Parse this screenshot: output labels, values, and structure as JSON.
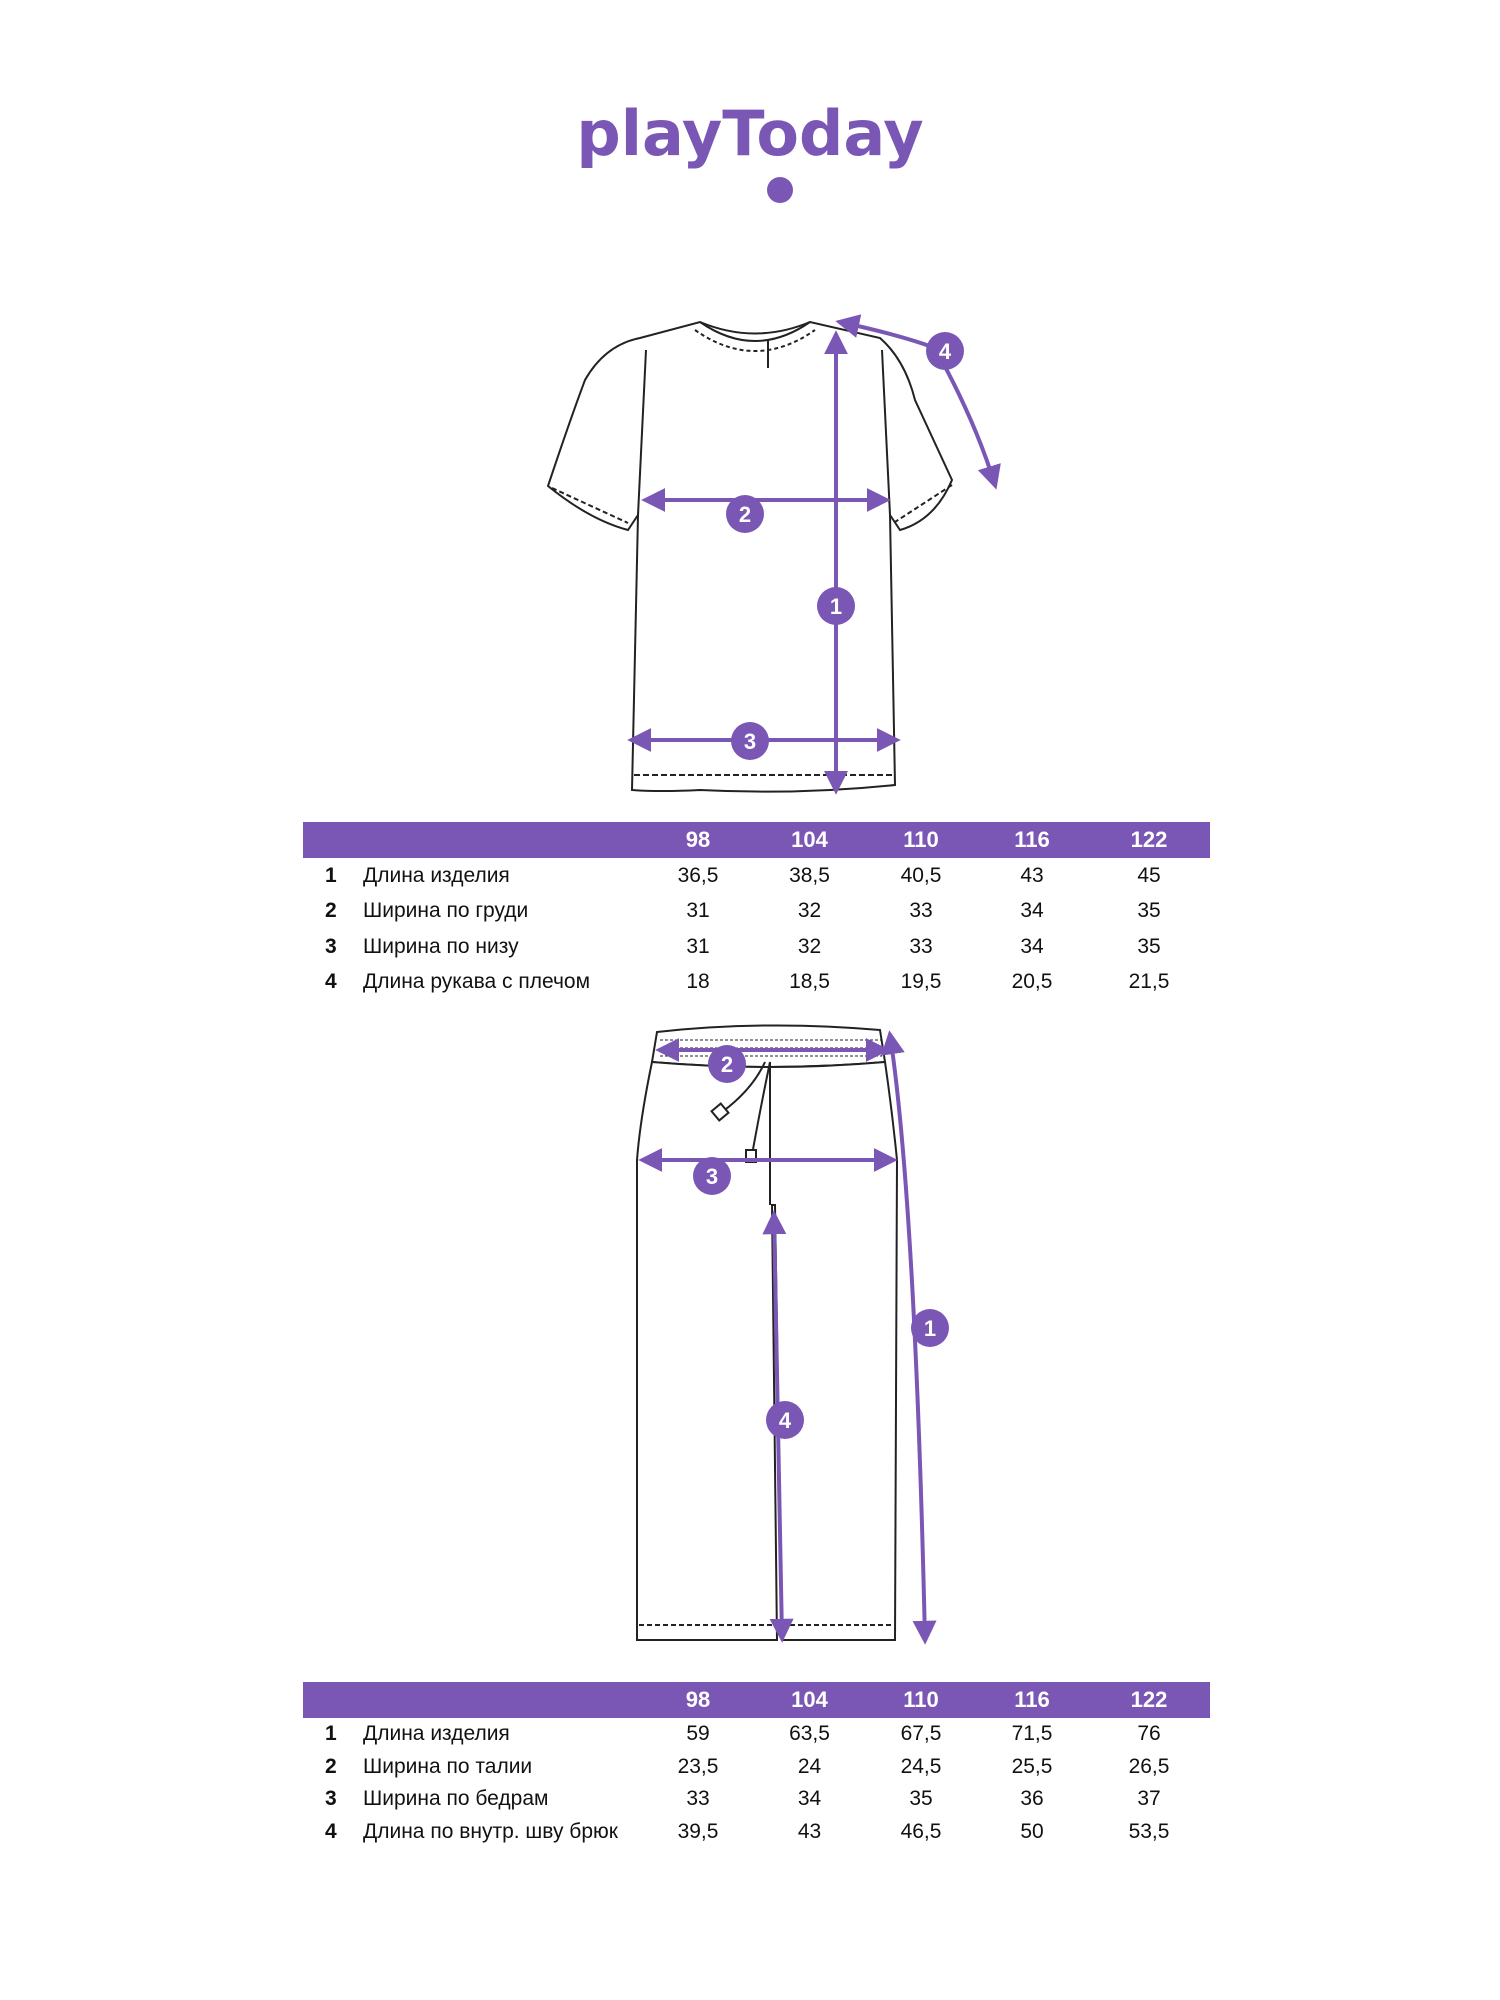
{
  "brand": {
    "logo_text": "playToday",
    "color": "#7b57b5"
  },
  "tshirt": {
    "callouts": [
      "1",
      "2",
      "3",
      "4"
    ],
    "table": {
      "sizes": [
        "98",
        "104",
        "110",
        "116",
        "122"
      ],
      "rows": [
        {
          "num": "1",
          "label": "Длина изделия",
          "values": [
            "36,5",
            "38,5",
            "40,5",
            "43",
            "45"
          ]
        },
        {
          "num": "2",
          "label": "Ширина по груди",
          "values": [
            "31",
            "32",
            "33",
            "34",
            "35"
          ]
        },
        {
          "num": "3",
          "label": "Ширина по низу",
          "values": [
            "31",
            "32",
            "33",
            "34",
            "35"
          ]
        },
        {
          "num": "4",
          "label": "Длина рукава с плечом",
          "values": [
            "18",
            "18,5",
            "19,5",
            "20,5",
            "21,5"
          ]
        }
      ]
    }
  },
  "pants": {
    "callouts": [
      "1",
      "2",
      "3",
      "4"
    ],
    "table": {
      "sizes": [
        "98",
        "104",
        "110",
        "116",
        "122"
      ],
      "rows": [
        {
          "num": "1",
          "label": "Длина изделия",
          "values": [
            "59",
            "63,5",
            "67,5",
            "71,5",
            "76"
          ]
        },
        {
          "num": "2",
          "label": "Ширина по талии",
          "values": [
            "23,5",
            "24",
            "24,5",
            "25,5",
            "26,5"
          ]
        },
        {
          "num": "3",
          "label": "Ширина по бедрам",
          "values": [
            "33",
            "34",
            "35",
            "36",
            "37"
          ]
        },
        {
          "num": "4",
          "label": "Длина по внутр. шву брюк",
          "values": [
            "39,5",
            "43",
            "46,5",
            "50",
            "53,5"
          ]
        }
      ]
    }
  }
}
